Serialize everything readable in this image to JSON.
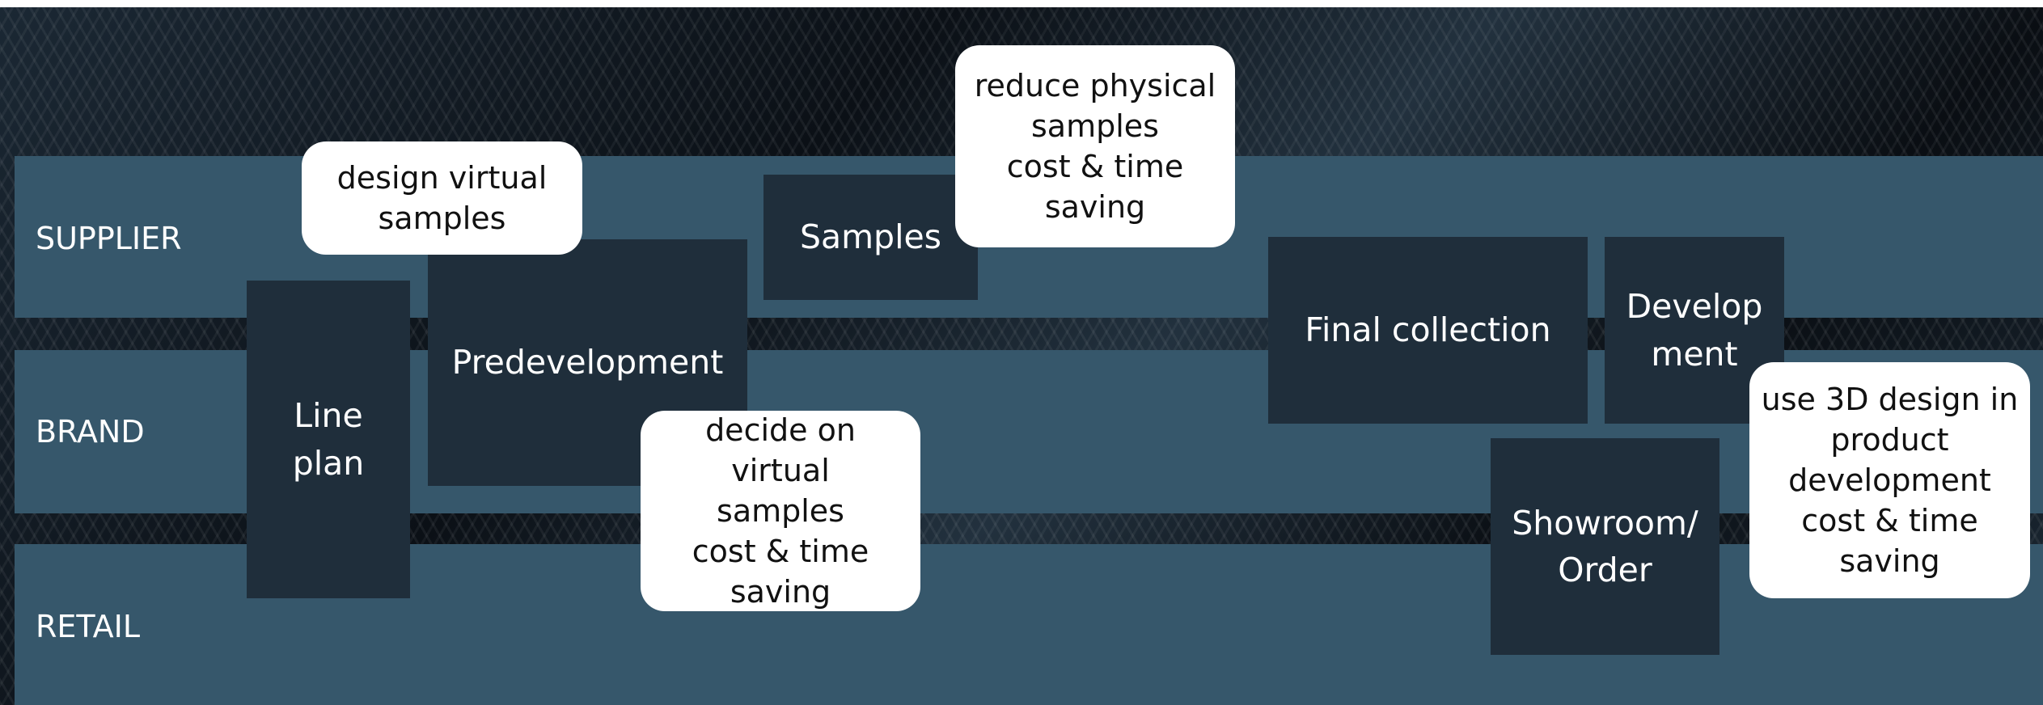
{
  "colors": {
    "lane": "#36576b",
    "step_box": "#1f2e3b",
    "bubble": "#ffffff"
  },
  "lanes": [
    {
      "id": "supplier",
      "label": "SUPPLIER"
    },
    {
      "id": "brand",
      "label": "BRAND"
    },
    {
      "id": "retail",
      "label": "RETAIL"
    }
  ],
  "steps": {
    "line_plan": "Line\nplan",
    "predevelopment": "Predevelopment",
    "samples": "Samples",
    "final_collection": "Final collection",
    "development": "Develop\nment",
    "showroom_order": "Showroom/\nOrder"
  },
  "callouts": {
    "design_virtual_samples": "design virtual\nsamples",
    "reduce_physical_samples": "reduce physical\nsamples\ncost & time\nsaving",
    "decide_on_virtual_samples": "decide on virtual\nsamples\ncost & time\nsaving",
    "use_3d_design": "use 3D design in\nproduct\ndevelopment\ncost & time\nsaving"
  }
}
